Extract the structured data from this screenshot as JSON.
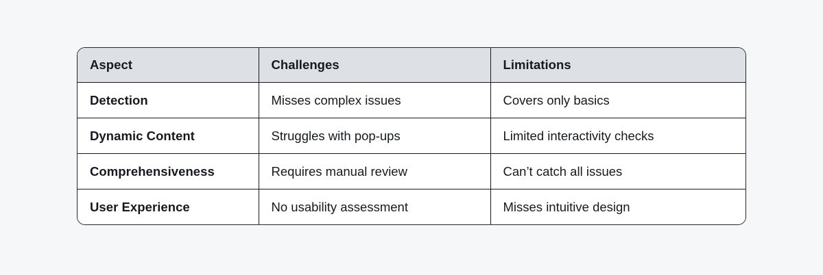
{
  "page": {
    "background_color": "#f6f7f9"
  },
  "table": {
    "name": "comparison-table",
    "border_color": "#23262a",
    "header_background": "#dde1e5",
    "cell_background": "#ffffff",
    "text_color": "#16191d",
    "columns": [
      "Aspect",
      "Challenges",
      "Limitations"
    ],
    "rows": [
      {
        "aspect": "Detection",
        "challenges": "Misses complex issues",
        "limitations": "Covers only basics"
      },
      {
        "aspect": "Dynamic Content",
        "challenges": "Struggles with pop-ups",
        "limitations": "Limited interactivity checks"
      },
      {
        "aspect": "Comprehensiveness",
        "challenges": "Requires manual review",
        "limitations": "Can’t catch all issues"
      },
      {
        "aspect": "User Experience",
        "challenges": "No usability assessment",
        "limitations": "Misses intuitive design"
      }
    ]
  }
}
